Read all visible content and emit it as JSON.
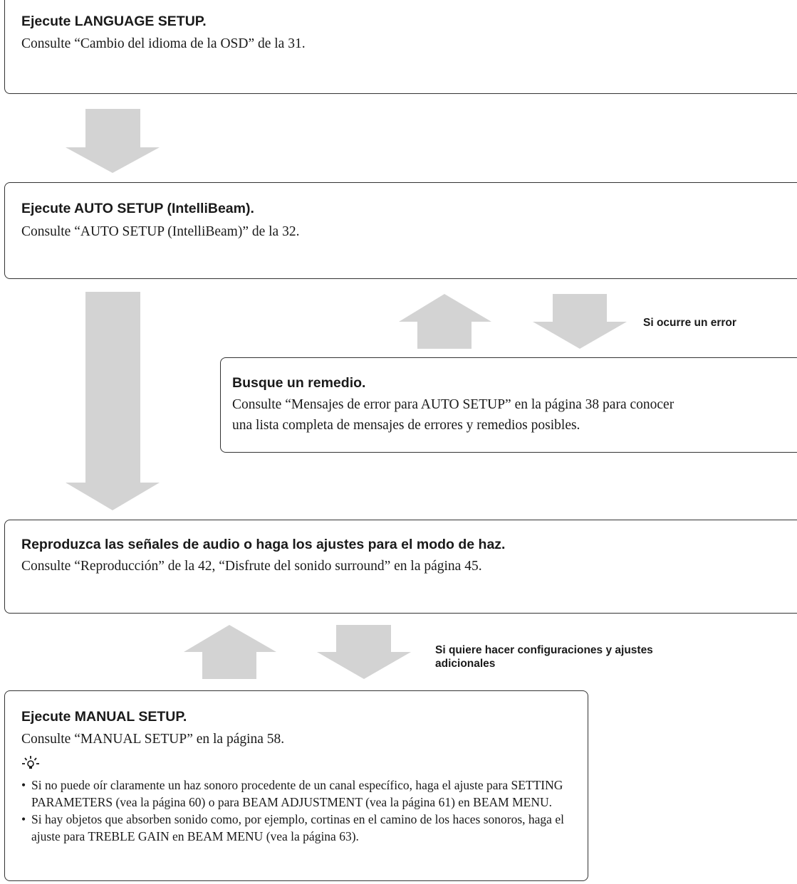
{
  "flow": {
    "language": {
      "title": "Ejecute LANGUAGE SETUP.",
      "text": "Consulte “Cambio del idioma de la OSD” de la 31."
    },
    "auto_setup": {
      "title": "Ejecute AUTO SETUP (IntelliBeam).",
      "text": "Consulte “AUTO SETUP (IntelliBeam)” de la 32."
    },
    "error_label": "Si ocurre un error",
    "remedy": {
      "title": "Busque un remedio.",
      "lines": [
        "Consulte “Mensajes de error para AUTO SETUP” en la página 38 para conocer",
        "una lista completa de mensajes de errores y remedios posibles."
      ]
    },
    "playback": {
      "title": "Reproduzca las señales de audio o haga los ajustes para el modo de haz.",
      "text": "Consulte “Reproducción” de la 42, “Disfrute del sonido surround” en la página 45."
    },
    "config_label": "Si quiere hacer configuraciones y ajustes adicionales",
    "manual": {
      "title": "Ejecute MANUAL SETUP.",
      "text": "Consulte “MANUAL SETUP” en la página 58.",
      "tip_icon": "lightbulb-icon",
      "bullets": [
        "Si no puede oír claramente un haz sonoro procedente de un canal específico, haga el ajuste para SETTING PARAMETERS (vea la página 60) o para BEAM ADJUSTMENT (vea la página 61) en BEAM MENU.",
        "Si hay objetos que absorben sonido como, por ejemplo, cortinas en el camino de los haces sonoros, haga el ajuste para TREBLE GAIN en BEAM MENU (vea la página 63)."
      ]
    }
  },
  "colors": {
    "arrow": "#d3d3d3",
    "border": "#333333",
    "text": "#1a1a1a"
  }
}
